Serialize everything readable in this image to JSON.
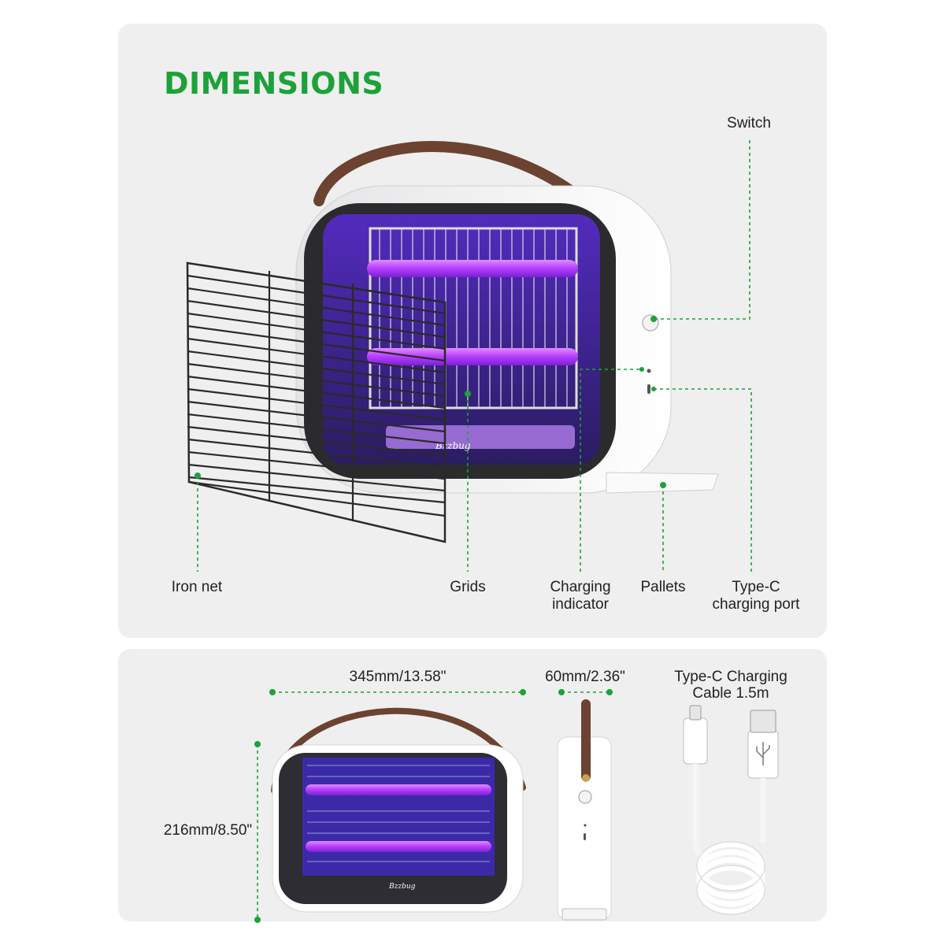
{
  "heading": "DIMENSIONS",
  "callouts": {
    "switch": "Switch",
    "iron_net": "Iron net",
    "grids": "Grids",
    "charging_indicator_line1": "Charging",
    "charging_indicator_line2": "indicator",
    "pallets": "Pallets",
    "type_c_line1": "Type-C",
    "type_c_line2": "charging port"
  },
  "dimensions": {
    "width": "345mm/13.58\"",
    "depth": "60mm/2.36\"",
    "height": "216mm/8.50\"",
    "cable_line1": "Type-C Charging",
    "cable_line2": "Cable 1.5m"
  },
  "brand_text": "Bzzbug",
  "colors": {
    "accent_green": "#1ea13a",
    "uv_purple": "#b63cff",
    "handle_brown": "#6b4330",
    "panel_bg": "#efefef"
  },
  "icons": [
    "usb-icon"
  ]
}
